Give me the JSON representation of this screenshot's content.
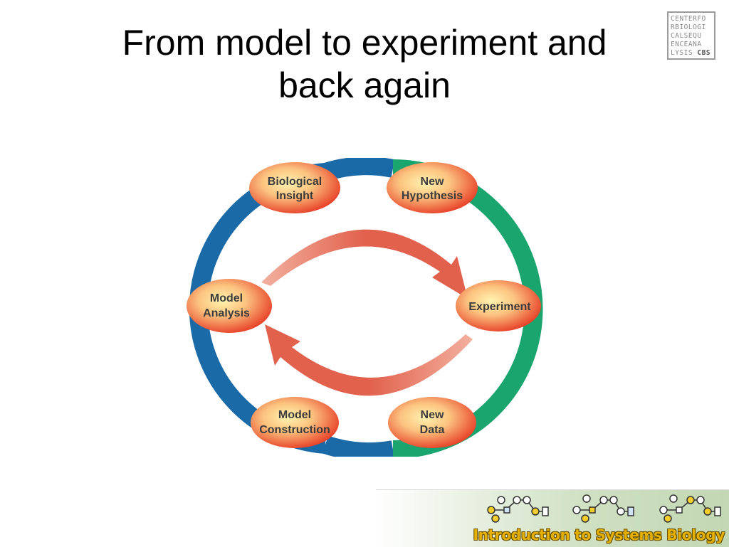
{
  "slide": {
    "title_line1": "From model to experiment and",
    "title_line2": "back again"
  },
  "logo": {
    "lines": [
      "CENTERFO",
      "RBIOLOGI",
      "CALSEQU",
      "ENCEANA",
      "LYSIS"
    ],
    "mark": "CBS"
  },
  "diagram": {
    "nodes": [
      {
        "id": "biological-insight",
        "line1": "Biological",
        "line2": "Insight"
      },
      {
        "id": "new-hypothesis",
        "line1": "New",
        "line2": "Hypothesis"
      },
      {
        "id": "experiment",
        "line1": "Experiment",
        "line2": ""
      },
      {
        "id": "new-data",
        "line1": "New",
        "line2": "Data"
      },
      {
        "id": "model-construction",
        "line1": "Model",
        "line2": "Construction"
      },
      {
        "id": "model-analysis",
        "line1": "Model",
        "line2": "Analysis"
      }
    ],
    "colors": {
      "ring_blue": "#1a6aa8",
      "ring_green": "#1aa46e",
      "arrow": "#e1614c",
      "node_inner": "#fff3b0",
      "node_outer": "#e8432a",
      "node_text": "#3b3b3b"
    }
  },
  "banner": {
    "title": "Introduction to Systems Biology",
    "text_color": "#e5b000"
  }
}
